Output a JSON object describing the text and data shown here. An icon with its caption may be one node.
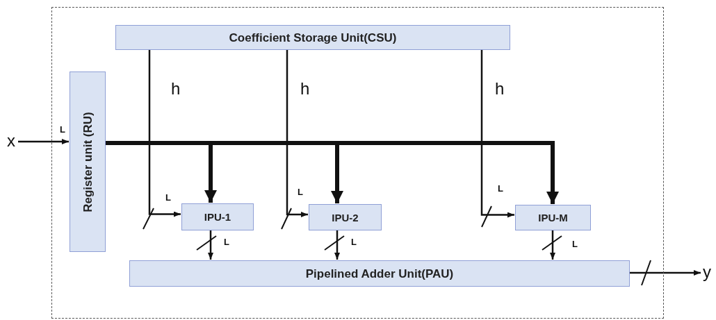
{
  "diagram": {
    "nodes": [
      {
        "text": [],
        "shape": "box"
      },
      {
        "text": [
          "Coefficient Storage Unit(CSU)"
        ],
        "in": 0
      },
      {
        "text": [
          "Register unit (RU)"
        ],
        "in": 0
      },
      {
        "text": [
          "IPU-1"
        ],
        "in": 0
      },
      {
        "text": [
          "IPU-2"
        ],
        "in": 0
      },
      {
        "text": [
          "IPU-M"
        ],
        "in": 0
      },
      {
        "text": [
          "Pipelined Adder Unit(PAU)"
        ],
        "in": 0
      },
      {
        "text": [
          "x"
        ]
      },
      {
        "text": [
          "y"
        ]
      }
    ],
    "edges": [
      {
        "from": 7,
        "to": 2,
        "arrow": "to"
      },
      {
        "from": 1,
        "to": 3,
        "arrow": "to",
        "label": "h"
      },
      {
        "from": 1,
        "to": 4,
        "arrow": "to",
        "label": "h"
      },
      {
        "from": 1,
        "to": 5,
        "arrow": "to",
        "label": "h"
      },
      {
        "from": 2,
        "to": 3,
        "arrow": "to",
        "style": "thick"
      },
      {
        "from": 2,
        "to": 4,
        "arrow": "to",
        "style": "thick"
      },
      {
        "from": 2,
        "to": 5,
        "arrow": "to",
        "style": "thick"
      },
      {
        "from": 3,
        "to": 6,
        "arrow": "to"
      },
      {
        "from": 4,
        "to": 6,
        "arrow": "to"
      },
      {
        "from": 5,
        "to": 6,
        "arrow": "to"
      },
      {
        "from": 6,
        "to": 8,
        "arrow": "to"
      }
    ],
    "labels": [
      "L",
      "L",
      "L",
      "L",
      "L",
      "L",
      "L"
    ]
  }
}
